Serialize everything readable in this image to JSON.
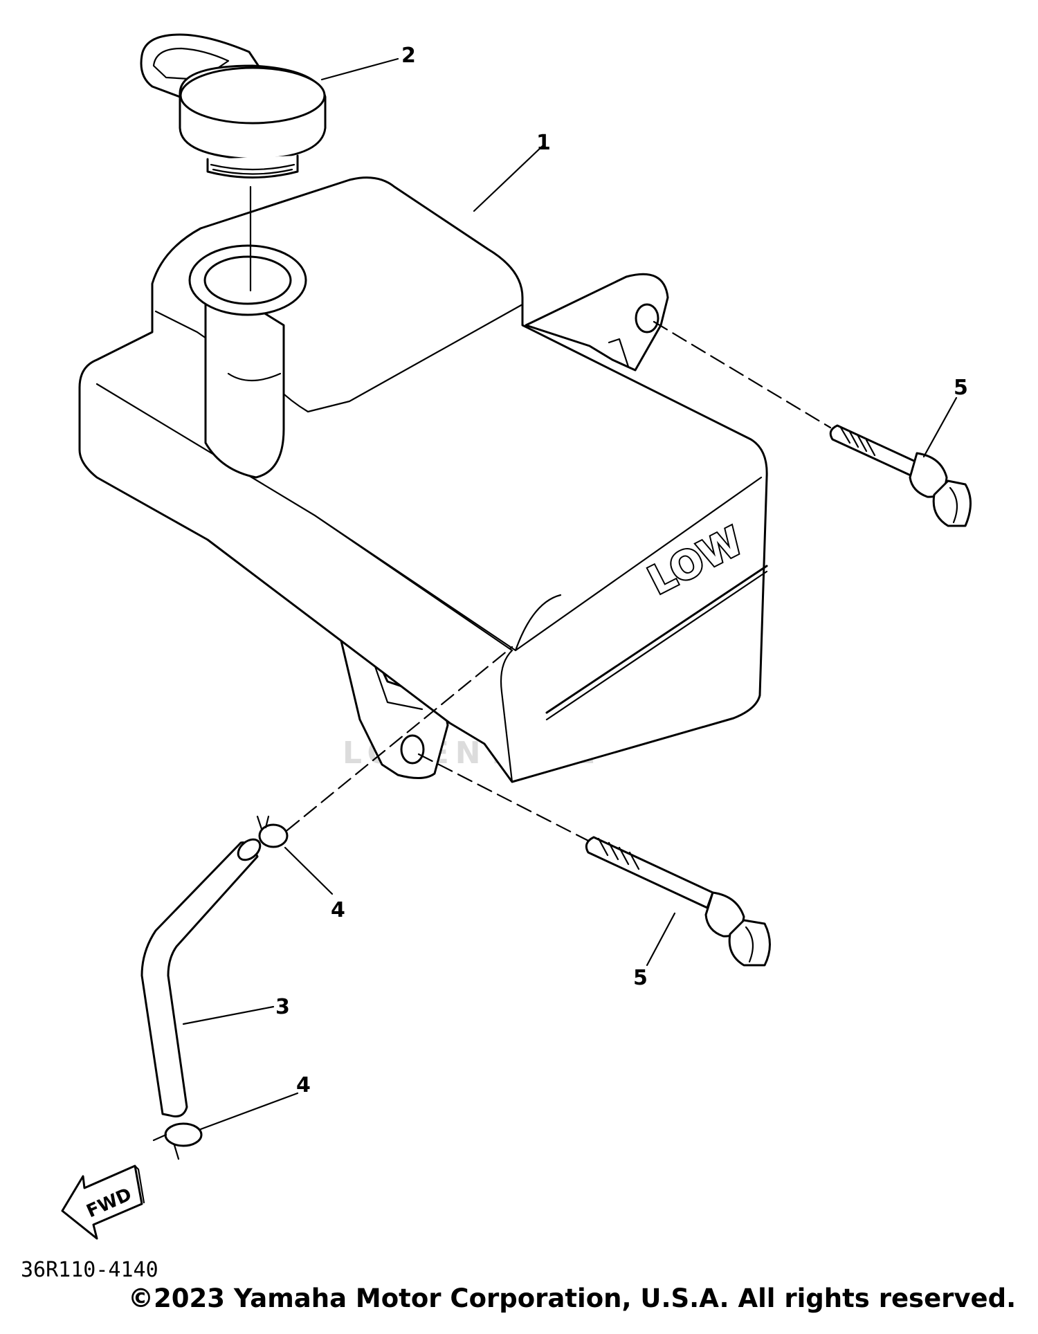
{
  "callouts": {
    "cap": "2",
    "tank": "1",
    "bolt_upper": "5",
    "clip_upper": "4",
    "bolt_lower": "5",
    "hose": "3",
    "clip_lower": "4"
  },
  "tank_marking": "LOW",
  "fwd_label": "FWD",
  "part_code": "36R110-4140",
  "watermark": "LOVENTURE",
  "copyright": "©2023 Yamaha Motor Corporation, U.S.A. All rights reserved."
}
